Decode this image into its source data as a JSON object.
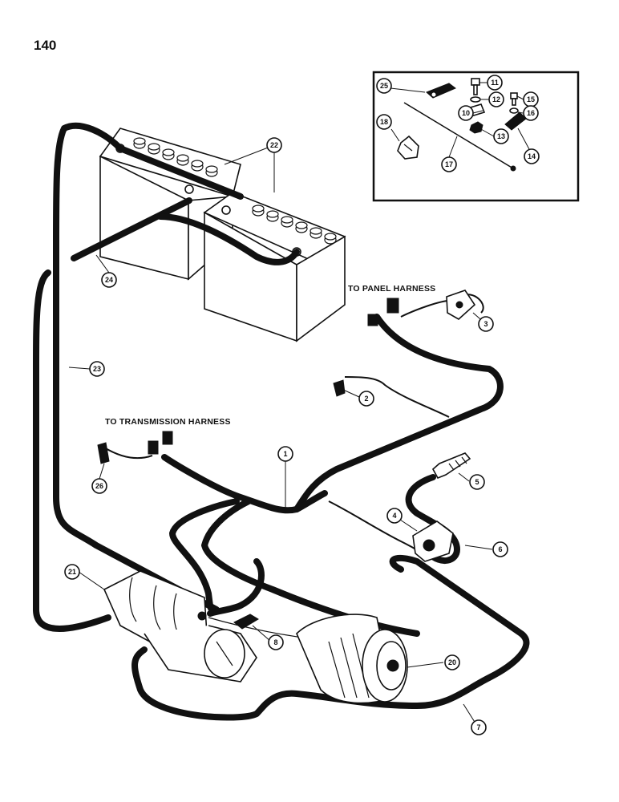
{
  "page_number": "140",
  "labels": {
    "to_panel_harness": "TO PANEL HARNESS",
    "to_transmission_harness": "TO TRANSMISSION HARNESS"
  },
  "callouts": {
    "c1": "1",
    "c2": "2",
    "c3": "3",
    "c4": "4",
    "c5": "5",
    "c6": "6",
    "c7": "7",
    "c8": "8",
    "c10": "10",
    "c11": "11",
    "c12": "12",
    "c13": "13",
    "c14": "14",
    "c15": "15",
    "c16": "16",
    "c17": "17",
    "c18": "18",
    "c20": "20",
    "c21": "21",
    "c22": "22",
    "c23": "23",
    "c24": "24",
    "c25": "25",
    "c26": "26"
  }
}
